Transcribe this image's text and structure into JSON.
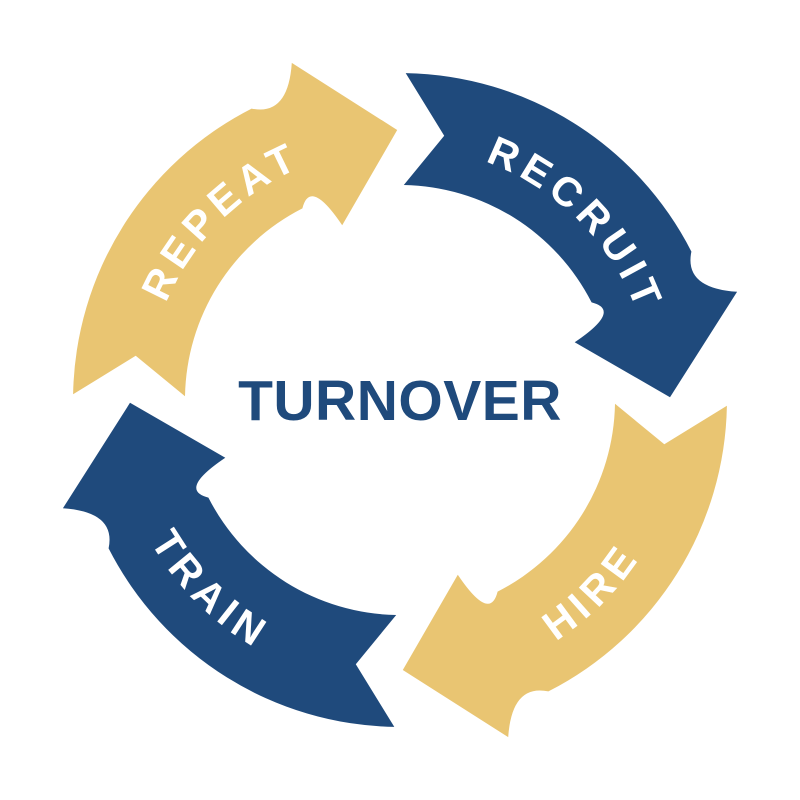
{
  "diagram": {
    "title": "TURNOVER",
    "flow_direction": "clockwise",
    "background_color": "#FFFFFF",
    "title_color": "#1F4A7C",
    "label_text_color": "#FFFFFF",
    "steps": [
      {
        "label": "REPEAT",
        "color": "#E9C572",
        "position": "top-left"
      },
      {
        "label": "RECRUIT",
        "color": "#1F4A7C",
        "position": "top-right"
      },
      {
        "label": "HIRE",
        "color": "#E9C572",
        "position": "bottom-right"
      },
      {
        "label": "TRAIN",
        "color": "#1F4A7C",
        "position": "bottom-left"
      }
    ]
  }
}
